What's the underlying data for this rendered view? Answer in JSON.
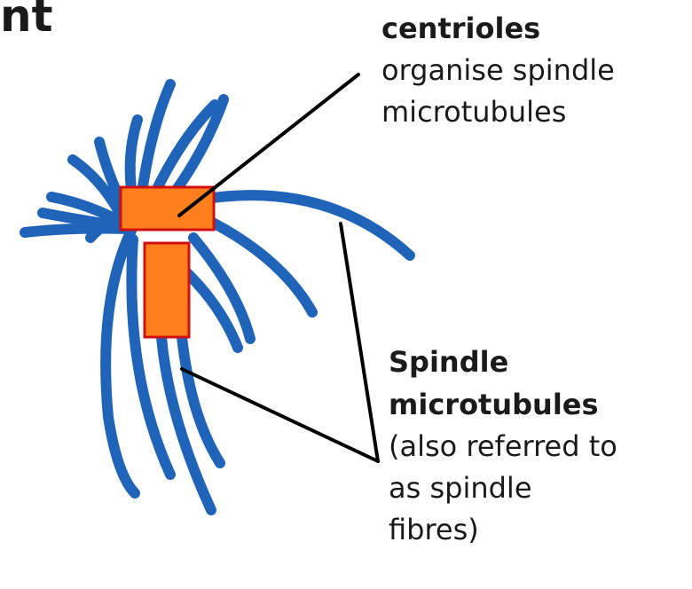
{
  "title_fragment": "nt",
  "labels": {
    "centrioles": {
      "heading": "centrioles",
      "lines": [
        "organise spindle",
        "microtubules"
      ]
    },
    "spindle": {
      "heading_lines": [
        "Spindle",
        "microtubules"
      ],
      "lines": [
        "(also referred to",
        "as spindle",
        "fibres)"
      ]
    }
  },
  "colors": {
    "microtubule": "#1f64b8",
    "centriole_fill": "#ff7f1c",
    "centriole_border": "#d01010",
    "leader_line": "#000000"
  }
}
